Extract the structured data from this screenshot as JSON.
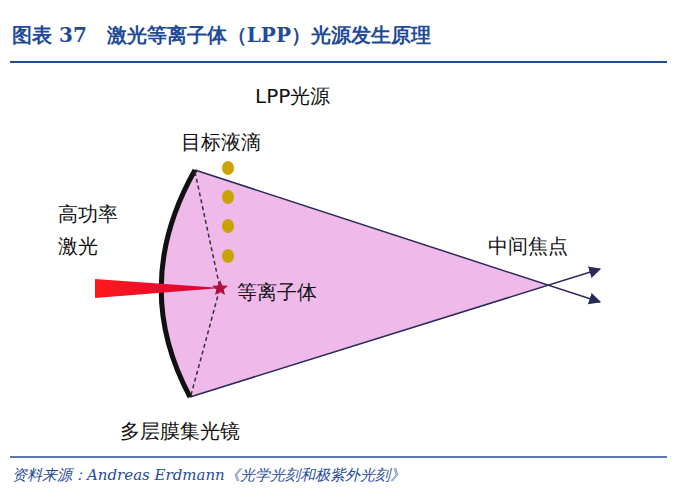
{
  "diagram": {
    "title": "图表 37　激光等离子体（LPP）光源发生原理",
    "caption": "资料来源：Andreas Erdmann《光学光刻和极紫外光刻》",
    "labels": [
      "LPP光源",
      "目标液滴",
      "高功率 激光",
      "等离子体",
      "中间焦点",
      "多层膜集光镜"
    ]
  }
}
